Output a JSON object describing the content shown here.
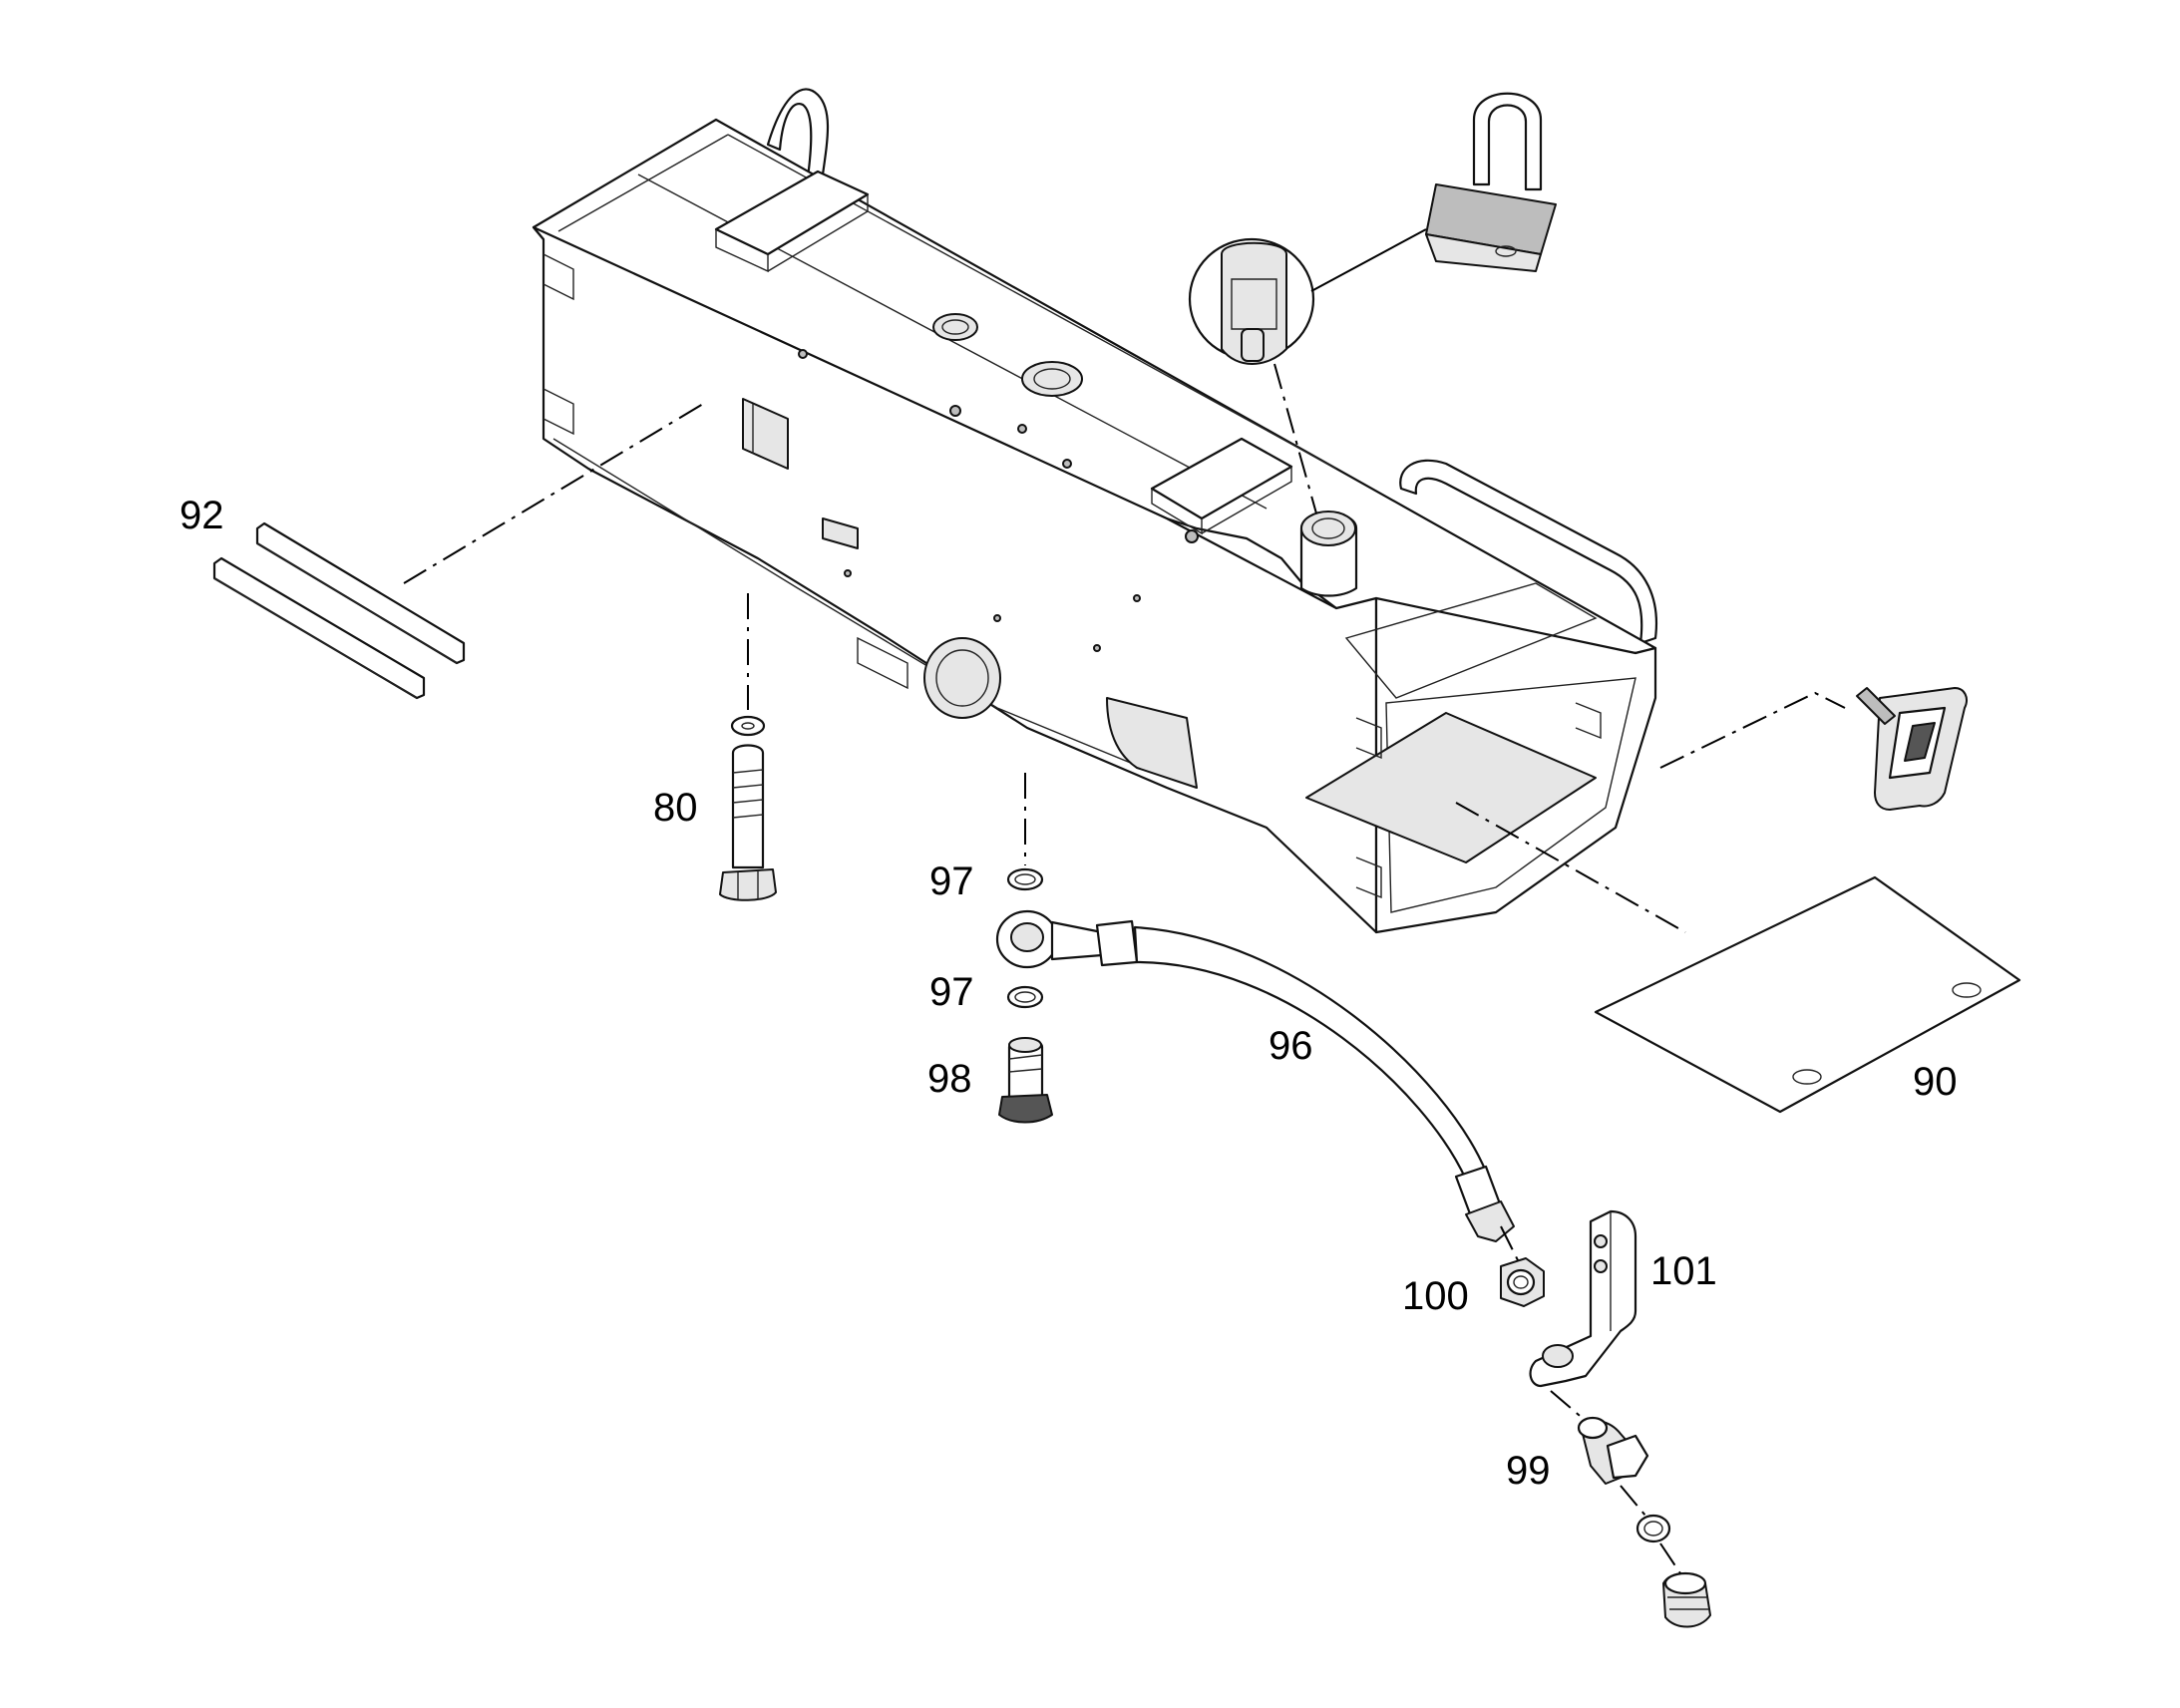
{
  "callouts": {
    "c92": "92",
    "c80": "80",
    "c97a": "97",
    "c97b": "97",
    "c98": "98",
    "c96": "96",
    "c90": "90",
    "c100": "100",
    "c101": "101",
    "c99": "99"
  },
  "colors": {
    "line": "#111111",
    "background": "#ffffff",
    "shade": "#bdbdbd"
  },
  "icons": {
    "padlock": "padlock-icon",
    "fuel-cap": "fuel-cap-icon",
    "switch": "rocker-switch-icon"
  }
}
